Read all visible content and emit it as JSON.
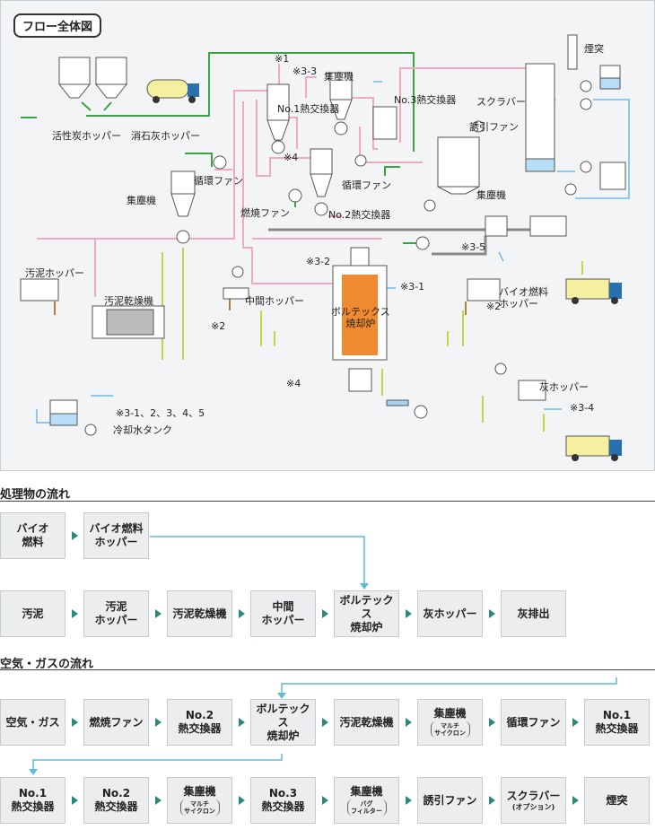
{
  "diagram": {
    "title": "フロー全体図",
    "labels": {
      "chimney": "煙突",
      "scrubber": "スクラバー",
      "no3_hx": "No.3熱交換器",
      "dust_top": "集塵機",
      "note_1": "※1",
      "note_33": "※3-3",
      "no1_hx": "No.1熱交換器",
      "induced_fan": "誘引ファン",
      "activated_carbon": "活性炭ホッパー",
      "lime_hopper": "消石灰ホッパー",
      "circ_fan_a": "循環ファン",
      "note_4a": "※4",
      "circ_fan_b": "循環ファン",
      "dust_mid": "集塵機",
      "dust_left": "集塵機",
      "combustion_fan": "燃焼ファン",
      "no2_hx": "No.2熱交換器",
      "note_35": "※3-5",
      "sludge_hopper": "汚泥ホッパー",
      "note_32": "※3-2",
      "note_31": "※3-1",
      "bio_hopper": "バイオ燃料\nホッパー",
      "sludge_dryer": "汚泥乾燥機",
      "mid_hopper": "中間ホッパー",
      "note_2a": "※2",
      "note_2b": "※2",
      "vortex": "ボルテックス\n焼却炉",
      "note_4b": "※4",
      "ash_hopper": "灰ホッパー",
      "note_34": "※3-4",
      "note_cool": "※3-1、2、3、4、5",
      "cooling_tank": "冷却水タンク"
    }
  },
  "section_process": "処理物の流れ",
  "section_gas": "空気・ガスの流れ",
  "process_row1": [
    "バイオ\n燃料",
    "バイオ燃料\nホッパー"
  ],
  "process_row2": [
    "汚泥",
    "汚泥\nホッパー",
    "汚泥乾燥機",
    "中間\nホッパー",
    "ボルテックス\n焼却炉",
    "灰ホッパー",
    "灰排出"
  ],
  "gas_row1": [
    {
      "label": "空気・ガス"
    },
    {
      "label": "燃焼ファン"
    },
    {
      "label": "No.2\n熱交換器"
    },
    {
      "label": "ボルテックス\n焼却炉"
    },
    {
      "label": "汚泥乾燥機"
    },
    {
      "label": "集塵機",
      "sub": "マルチ\nサイクロン"
    },
    {
      "label": "循環ファン"
    },
    {
      "label": "No.1\n熱交換器"
    }
  ],
  "gas_row2": [
    {
      "label": "No.1\n熱交換器"
    },
    {
      "label": "No.2\n熱交換器"
    },
    {
      "label": "集塵機",
      "sub": "マルチ\nサイクロン"
    },
    {
      "label": "No.3\n熱交換器"
    },
    {
      "label": "集塵機",
      "sub": "バグ\nフィルター"
    },
    {
      "label": "誘引ファン"
    },
    {
      "label": "スクラバー",
      "sub2": "(オプション)"
    },
    {
      "label": "煙突"
    }
  ],
  "colors": {
    "air_line": "#f2a7c3",
    "green_line": "#3aa344",
    "ash_line": "#c8d34a",
    "water_line": "#6fb8e8",
    "furnace": "#f08a30",
    "arrow": "#2a8a7a"
  }
}
